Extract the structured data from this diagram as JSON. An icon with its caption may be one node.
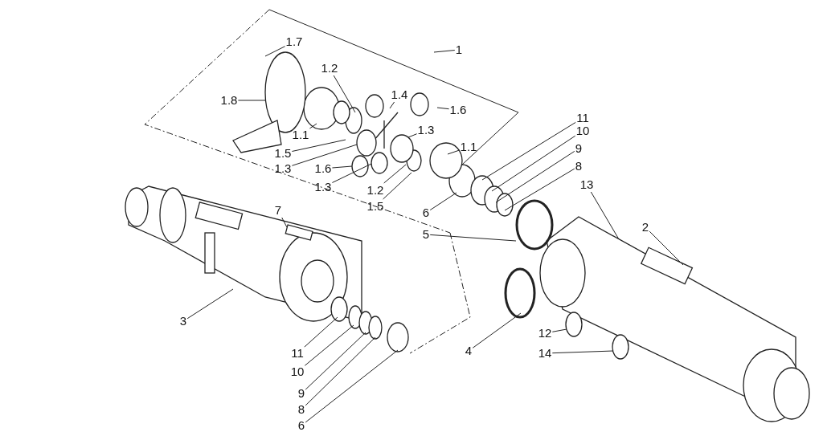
{
  "diagram": {
    "nodes": [
      {
        "text": [
          "1.7"
        ]
      },
      {
        "text": [
          "1"
        ]
      },
      {
        "text": [
          "1.2"
        ]
      },
      {
        "text": [
          "1.8"
        ]
      },
      {
        "text": [
          "1.4"
        ]
      },
      {
        "text": [
          "1.6"
        ]
      },
      {
        "text": [
          "1.3"
        ]
      },
      {
        "text": [
          "1.1"
        ]
      },
      {
        "text": [
          "1.5"
        ]
      },
      {
        "text": [
          "1.3"
        ]
      },
      {
        "text": [
          "1.6"
        ]
      },
      {
        "text": [
          "1.3"
        ]
      },
      {
        "text": [
          "1.1"
        ]
      },
      {
        "text": [
          "1.2"
        ]
      },
      {
        "text": [
          "1.5"
        ]
      },
      {
        "text": [
          "11"
        ]
      },
      {
        "text": [
          "10"
        ]
      },
      {
        "text": [
          "9"
        ]
      },
      {
        "text": [
          "8"
        ]
      },
      {
        "text": [
          "6"
        ]
      },
      {
        "text": [
          "5"
        ]
      },
      {
        "text": [
          "13"
        ]
      },
      {
        "text": [
          "2"
        ]
      },
      {
        "text": [
          "7"
        ]
      },
      {
        "text": [
          "3"
        ]
      },
      {
        "text": [
          "12"
        ]
      },
      {
        "text": [
          "14"
        ]
      },
      {
        "text": [
          "4"
        ]
      },
      {
        "text": [
          "11"
        ]
      },
      {
        "text": [
          "10"
        ]
      },
      {
        "text": [
          "9"
        ]
      },
      {
        "text": [
          "8"
        ]
      },
      {
        "text": [
          "6"
        ]
      }
    ],
    "edges": [
      {
        "from": 0,
        "to": null,
        "arrow": "none"
      },
      {
        "from": 1,
        "to": null,
        "arrow": "none"
      },
      {
        "from": 2,
        "to": null,
        "arrow": "none"
      },
      {
        "from": 3,
        "to": null,
        "arrow": "none"
      },
      {
        "from": 4,
        "to": null,
        "arrow": "none"
      },
      {
        "from": 5,
        "to": null,
        "arrow": "none"
      },
      {
        "from": 6,
        "to": null,
        "arrow": "none"
      },
      {
        "from": 7,
        "to": null,
        "arrow": "none"
      },
      {
        "from": 8,
        "to": null,
        "arrow": "none"
      },
      {
        "from": 9,
        "to": null,
        "arrow": "none"
      },
      {
        "from": 10,
        "to": null,
        "arrow": "none"
      },
      {
        "from": 11,
        "to": null,
        "arrow": "none"
      },
      {
        "from": 12,
        "to": null,
        "arrow": "none"
      },
      {
        "from": 13,
        "to": null,
        "arrow": "none"
      },
      {
        "from": 14,
        "to": null,
        "arrow": "none"
      },
      {
        "from": 15,
        "to": null,
        "arrow": "none"
      },
      {
        "from": 16,
        "to": null,
        "arrow": "none"
      },
      {
        "from": 17,
        "to": null,
        "arrow": "none"
      },
      {
        "from": 18,
        "to": null,
        "arrow": "none"
      },
      {
        "from": 19,
        "to": null,
        "arrow": "none"
      },
      {
        "from": 20,
        "to": null,
        "arrow": "none"
      },
      {
        "from": 21,
        "to": null,
        "arrow": "none"
      },
      {
        "from": 22,
        "to": null,
        "arrow": "none"
      },
      {
        "from": 23,
        "to": null,
        "arrow": "none"
      },
      {
        "from": 24,
        "to": null,
        "arrow": "none"
      },
      {
        "from": 25,
        "to": null,
        "arrow": "none"
      },
      {
        "from": 26,
        "to": null,
        "arrow": "none"
      },
      {
        "from": 27,
        "to": null,
        "arrow": "none"
      },
      {
        "from": 28,
        "to": null,
        "arrow": "none"
      },
      {
        "from": 29,
        "to": null,
        "arrow": "none"
      },
      {
        "from": 30,
        "to": null,
        "arrow": "none"
      },
      {
        "from": 31,
        "to": null,
        "arrow": "none"
      },
      {
        "from": 32,
        "to": null,
        "arrow": "none"
      }
    ]
  }
}
